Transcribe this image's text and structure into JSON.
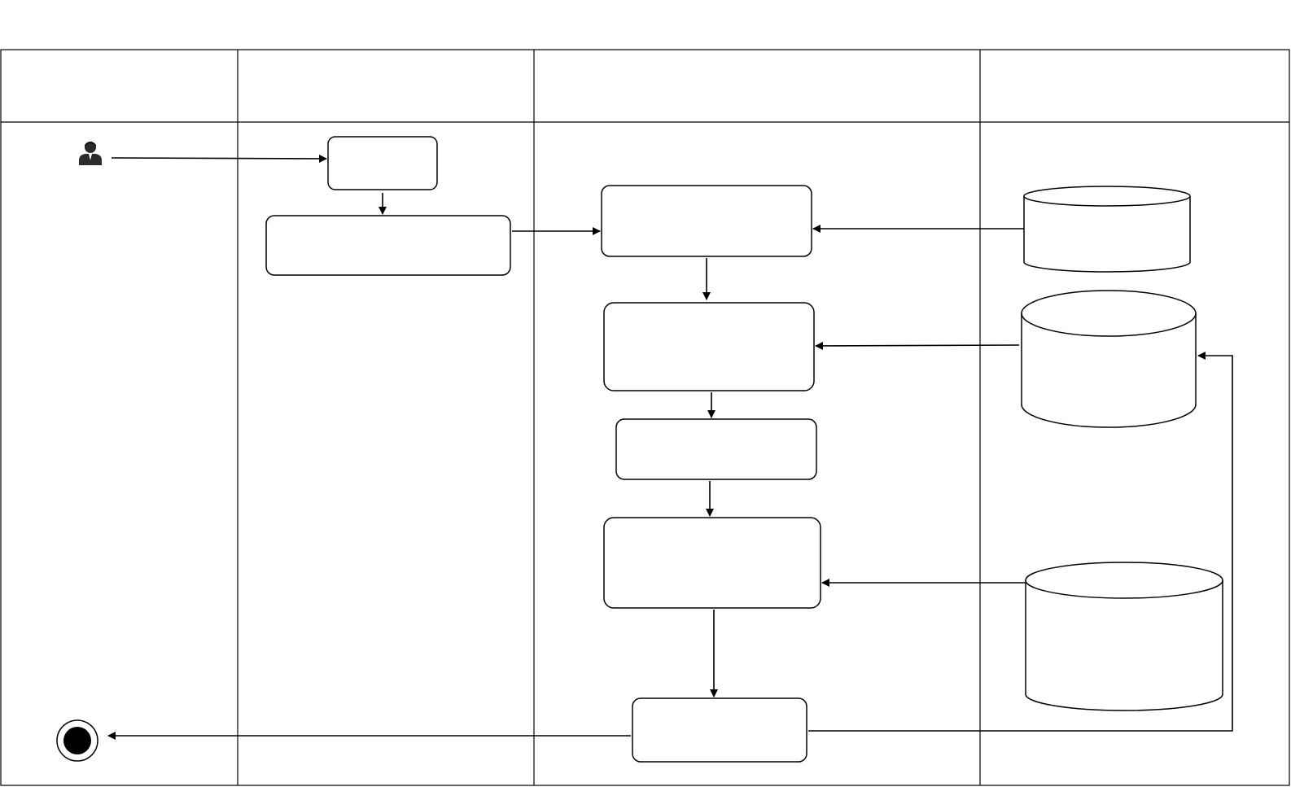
{
  "diagram": {
    "type": "swimlane-activity",
    "colors": {
      "background": "#ffffff",
      "stroke": "#000000",
      "end_node_fill": "#000000"
    },
    "lanes": [
      {
        "id": "lane-1",
        "label": ""
      },
      {
        "id": "lane-2",
        "label": ""
      },
      {
        "id": "lane-3",
        "label": ""
      },
      {
        "id": "lane-4",
        "label": ""
      }
    ],
    "nodes": [
      {
        "id": "start-actor",
        "kind": "actor-icon",
        "icon": "user-icon",
        "label": ""
      },
      {
        "id": "activity-a",
        "kind": "activity",
        "label": ""
      },
      {
        "id": "activity-b",
        "kind": "activity",
        "label": ""
      },
      {
        "id": "activity-c",
        "kind": "activity",
        "label": ""
      },
      {
        "id": "activity-d",
        "kind": "activity",
        "label": ""
      },
      {
        "id": "activity-e",
        "kind": "activity",
        "label": ""
      },
      {
        "id": "activity-f",
        "kind": "activity",
        "label": ""
      },
      {
        "id": "activity-g",
        "kind": "activity",
        "label": ""
      },
      {
        "id": "datastore-1",
        "kind": "datastore",
        "icon": "database-icon",
        "label": ""
      },
      {
        "id": "datastore-2",
        "kind": "datastore",
        "icon": "database-icon",
        "label": ""
      },
      {
        "id": "datastore-3",
        "kind": "datastore",
        "icon": "database-icon",
        "label": ""
      },
      {
        "id": "end-node",
        "kind": "final-state",
        "label": ""
      }
    ],
    "edges": [
      {
        "from": "start-actor",
        "to": "activity-a"
      },
      {
        "from": "activity-a",
        "to": "activity-b"
      },
      {
        "from": "activity-b",
        "to": "activity-c"
      },
      {
        "from": "datastore-1",
        "to": "activity-c"
      },
      {
        "from": "activity-c",
        "to": "activity-d"
      },
      {
        "from": "datastore-2",
        "to": "activity-d"
      },
      {
        "from": "activity-d",
        "to": "activity-e"
      },
      {
        "from": "activity-e",
        "to": "activity-f"
      },
      {
        "from": "datastore-3",
        "to": "activity-f"
      },
      {
        "from": "activity-f",
        "to": "activity-g"
      },
      {
        "from": "activity-g",
        "to": "datastore-2"
      },
      {
        "from": "activity-g",
        "to": "end-node"
      }
    ]
  }
}
